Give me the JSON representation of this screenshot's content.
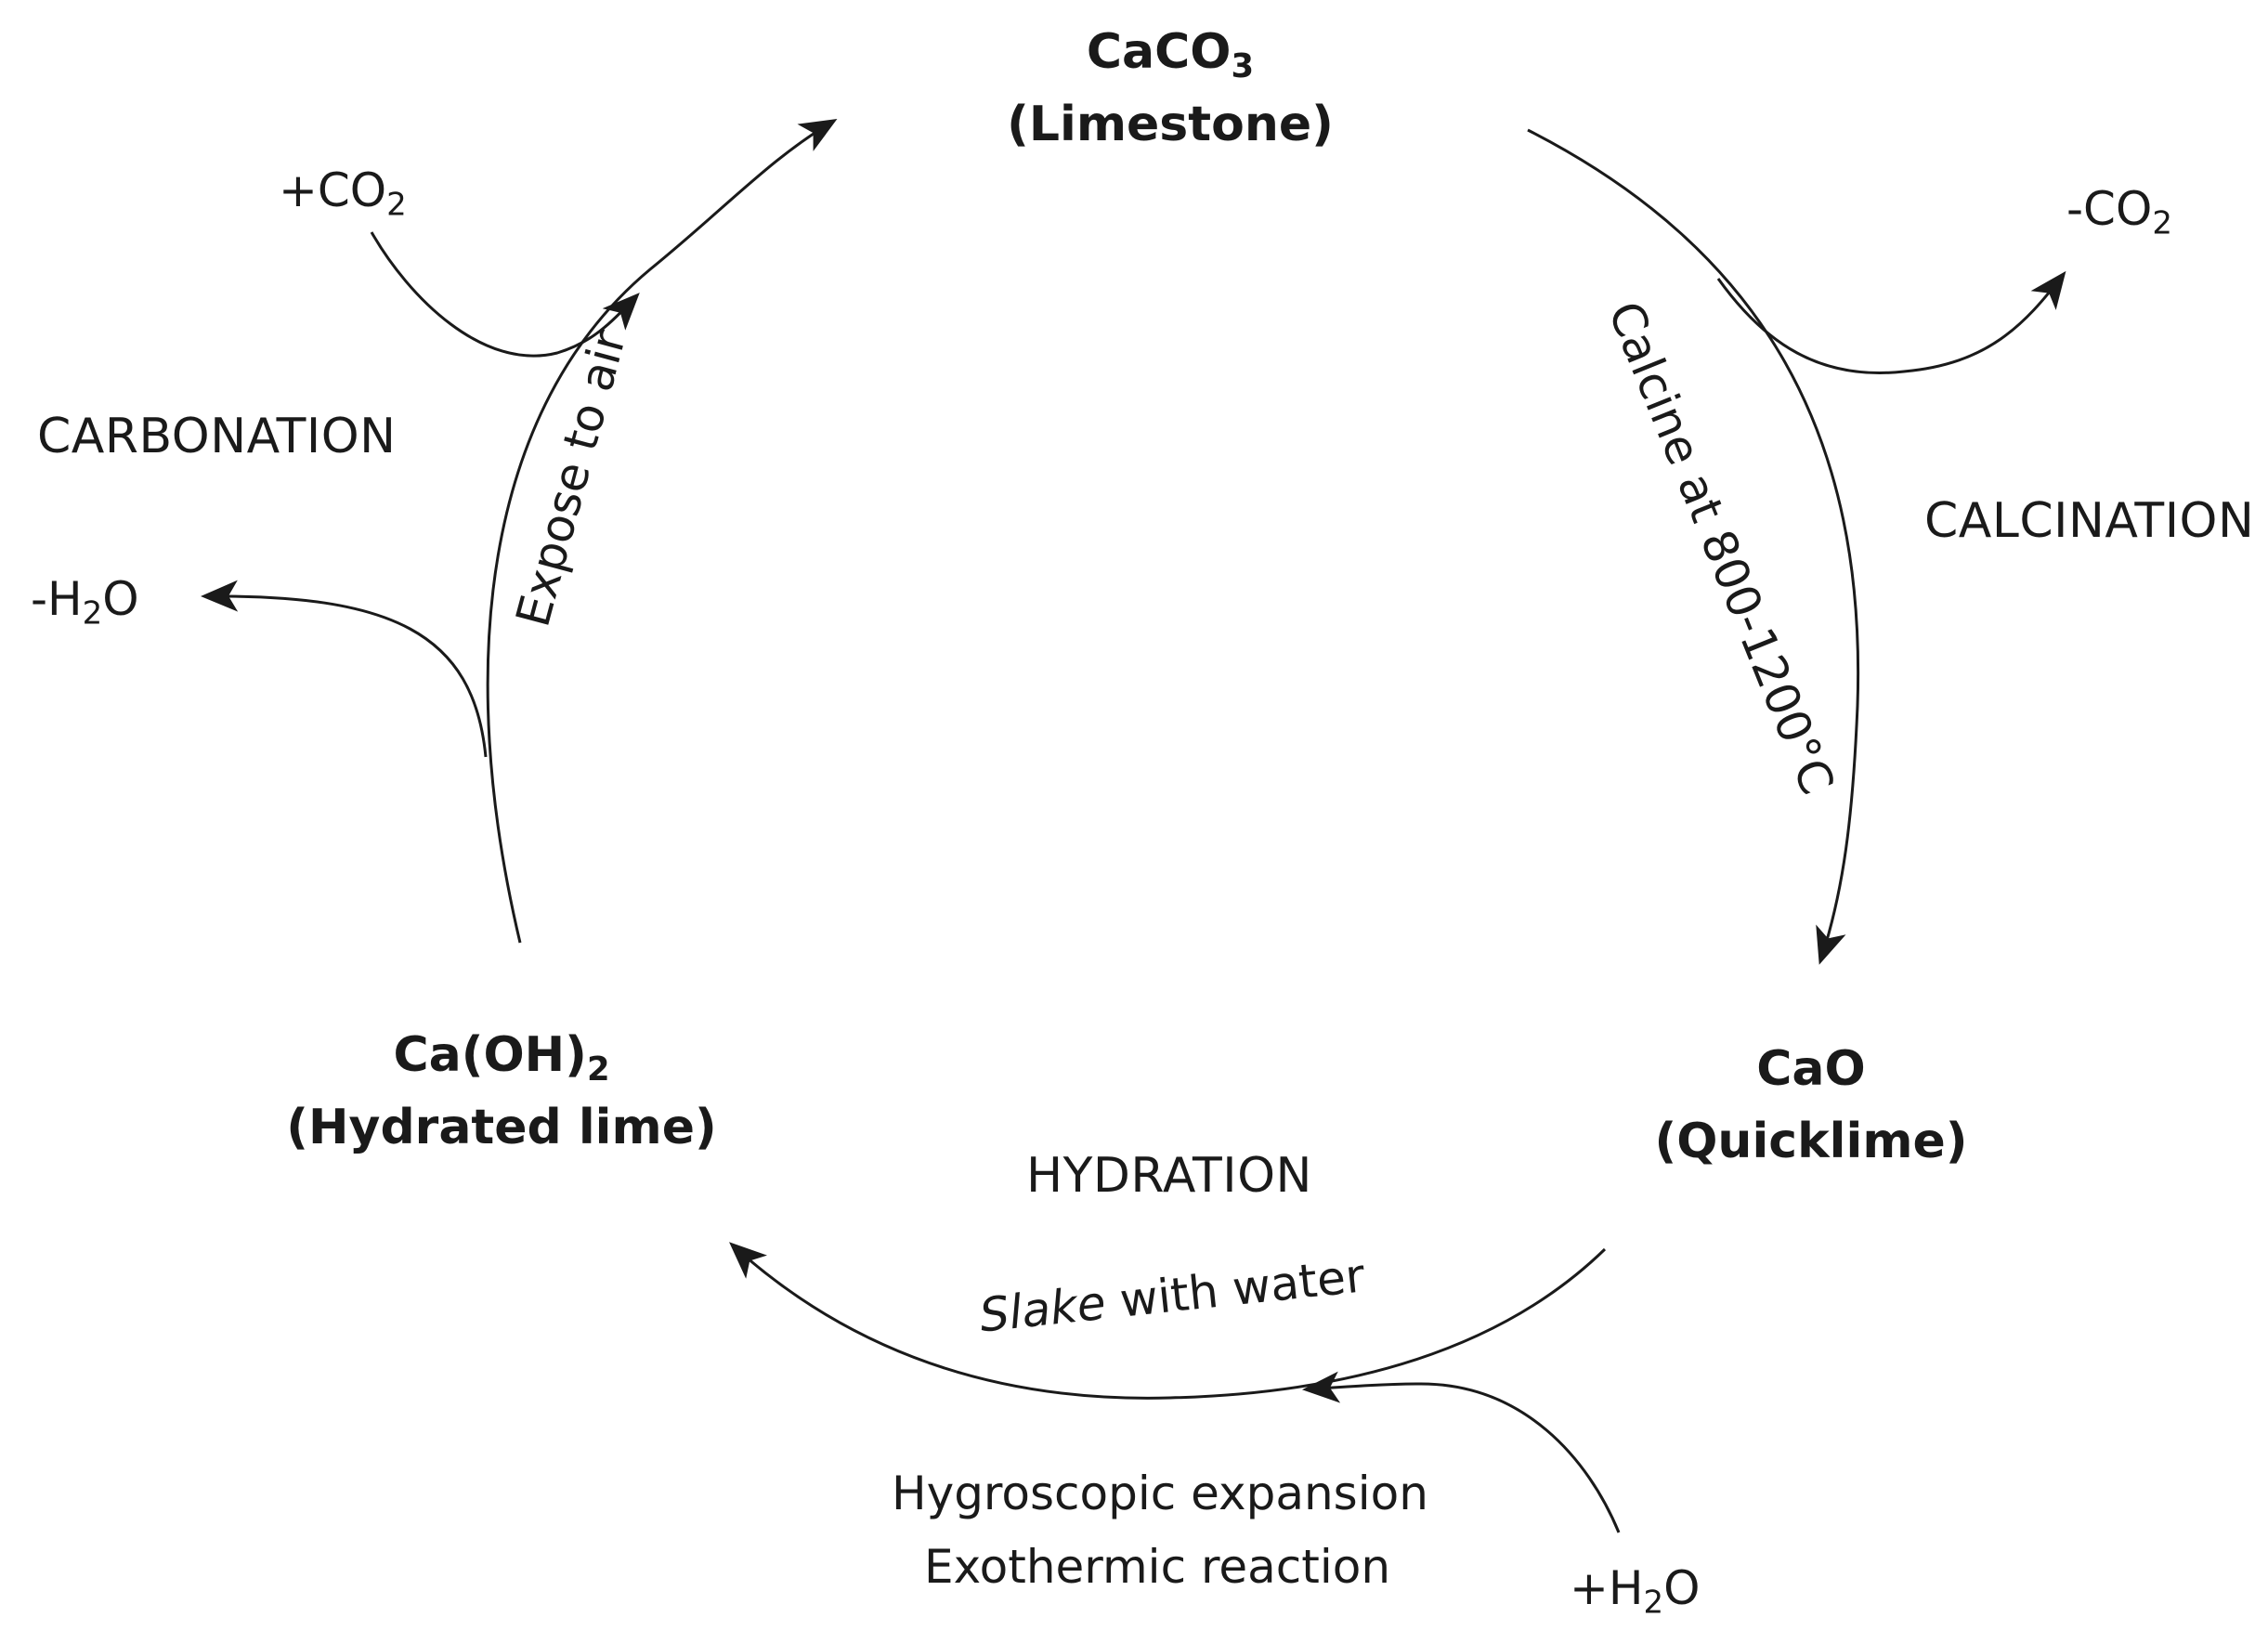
{
  "compounds": {
    "limestone": {
      "formula": "CaCO",
      "formula_sub": "3",
      "formula_suffix": "",
      "name": "(Limestone)"
    },
    "quicklime": {
      "formula": "CaO",
      "formula_sub": "",
      "formula_suffix": "",
      "name": "(Quicklime)"
    },
    "hydrated_lime": {
      "formula": "Ca(OH)",
      "formula_sub": "2",
      "formula_suffix": "",
      "name": "(Hydrated lime)"
    }
  },
  "processes": {
    "carbonation": "CARBONATION",
    "calcination": "CALCINATION",
    "hydration": "HYDRATION"
  },
  "arrow_labels": {
    "expose": "Expose to air",
    "calcine": "Calcine at 800-1200°C",
    "slake_italic": "Slake",
    "slake_rest": " with water"
  },
  "side_reactions": {
    "plus_co2": {
      "prefix": "+CO",
      "sub": "2",
      "suffix": ""
    },
    "minus_co2": {
      "prefix": "-CO",
      "sub": "2",
      "suffix": ""
    },
    "minus_h2o": {
      "prefix": "-H",
      "sub": "2",
      "suffix": "O"
    },
    "plus_h2o": {
      "prefix": "+H",
      "sub": "2",
      "suffix": "O"
    }
  },
  "notes": {
    "line1": "Hygroscopic expansion",
    "line2": "Exothermic reaction"
  },
  "colors": {
    "stroke": "#1a1a1a",
    "background": "#ffffff"
  }
}
